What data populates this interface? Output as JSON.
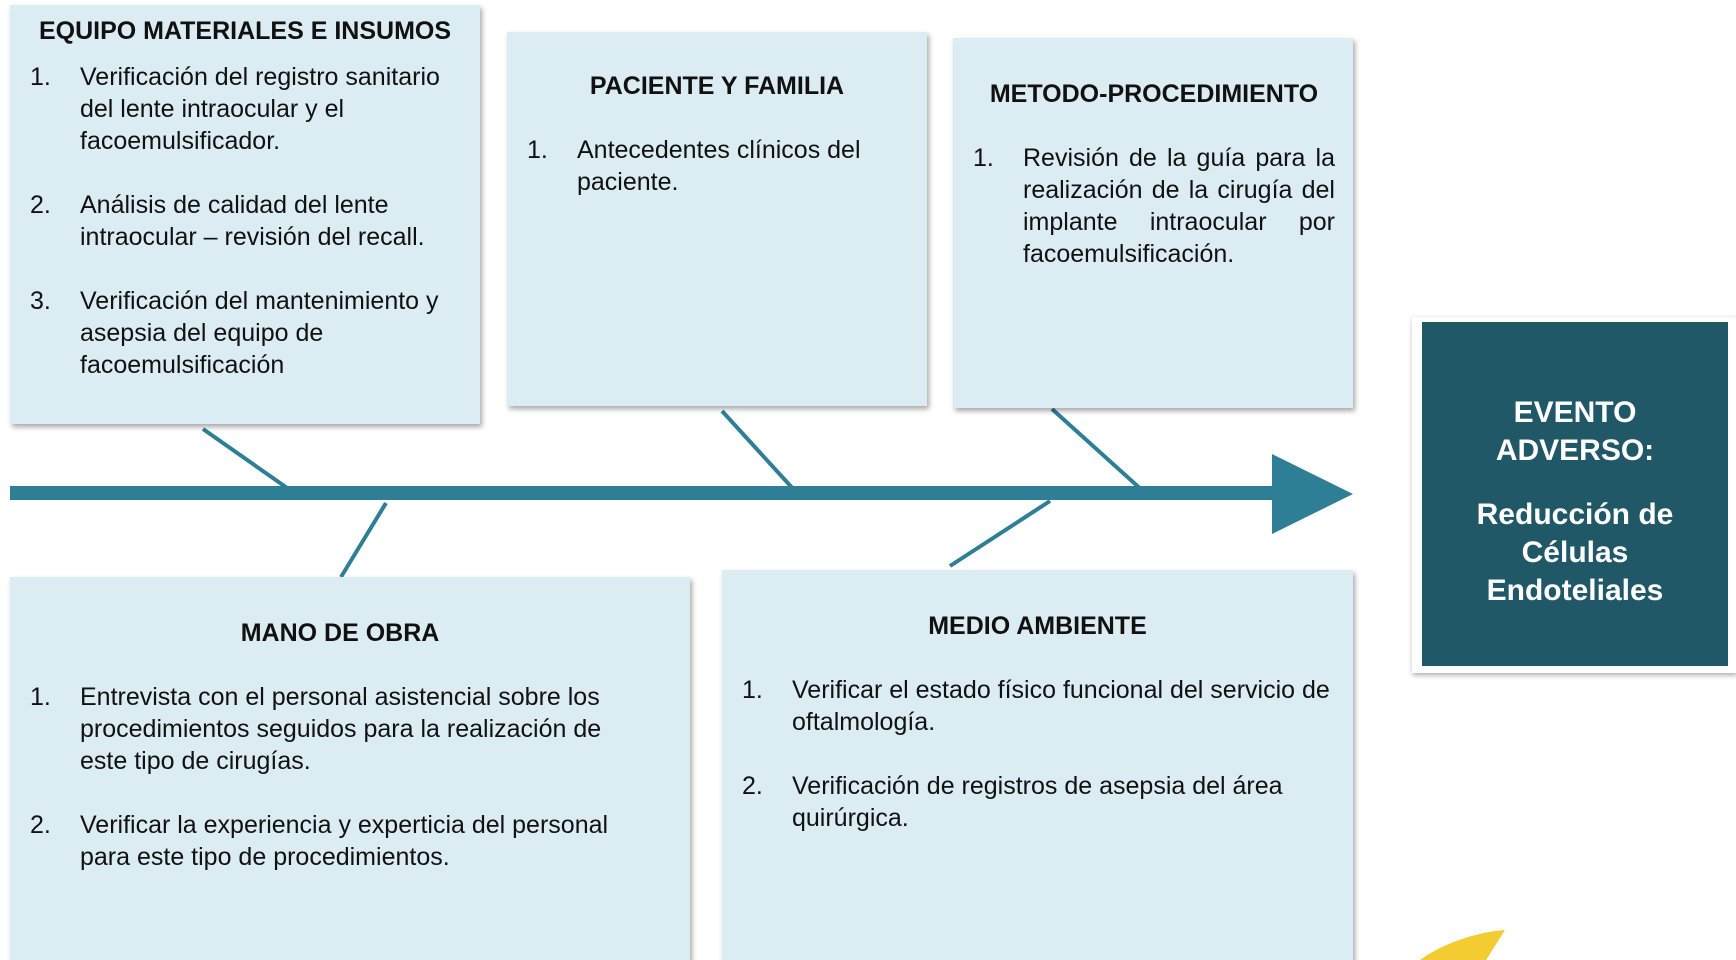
{
  "equipo": {
    "title": "EQUIPO MATERIALES E INSUMOS",
    "items": [
      {
        "num": "1.",
        "text": "Verificación del registro sanitario del lente intraocular y el facoemulsificador."
      },
      {
        "num": "2.",
        "text": "Análisis de calidad del lente intraocular – revisión del recall."
      },
      {
        "num": "3.",
        "text": "Verificación del mantenimiento y asepsia del equipo de facoemulsificación"
      }
    ]
  },
  "paciente": {
    "title": "PACIENTE Y FAMILIA",
    "items": [
      {
        "num": "1.",
        "text": "Antecedentes clínicos del paciente."
      }
    ]
  },
  "metodo": {
    "title": "METODO-PROCEDIMIENTO",
    "items": [
      {
        "num": "1.",
        "text": "Revisión de la guía para la realización de la cirugía del implante intraocular por facoemulsificación."
      }
    ]
  },
  "mano": {
    "title": "MANO DE OBRA",
    "items": [
      {
        "num": "1.",
        "text": "Entrevista con el personal asistencial sobre los procedimientos seguidos para la realización de este tipo de cirugías."
      },
      {
        "num": "2.",
        "text": "Verificar la experiencia y experticia del personal para este tipo de procedimientos."
      }
    ]
  },
  "medio": {
    "title": "MEDIO AMBIENTE",
    "items": [
      {
        "num": "1.",
        "text": "Verificar el estado físico funcional del servicio de oftalmología."
      },
      {
        "num": "2.",
        "text": "Verificación de registros de  asepsia del área quirúrgica."
      }
    ]
  },
  "evento": {
    "title": "EVENTO ADVERSO:",
    "subtitle": "Reducción de Células Endoteliales"
  },
  "colors": {
    "spine": "#2e7f96",
    "box_fill": "#dbecf3",
    "event_fill": "#215867",
    "corner_logo": "#f2cc30"
  }
}
